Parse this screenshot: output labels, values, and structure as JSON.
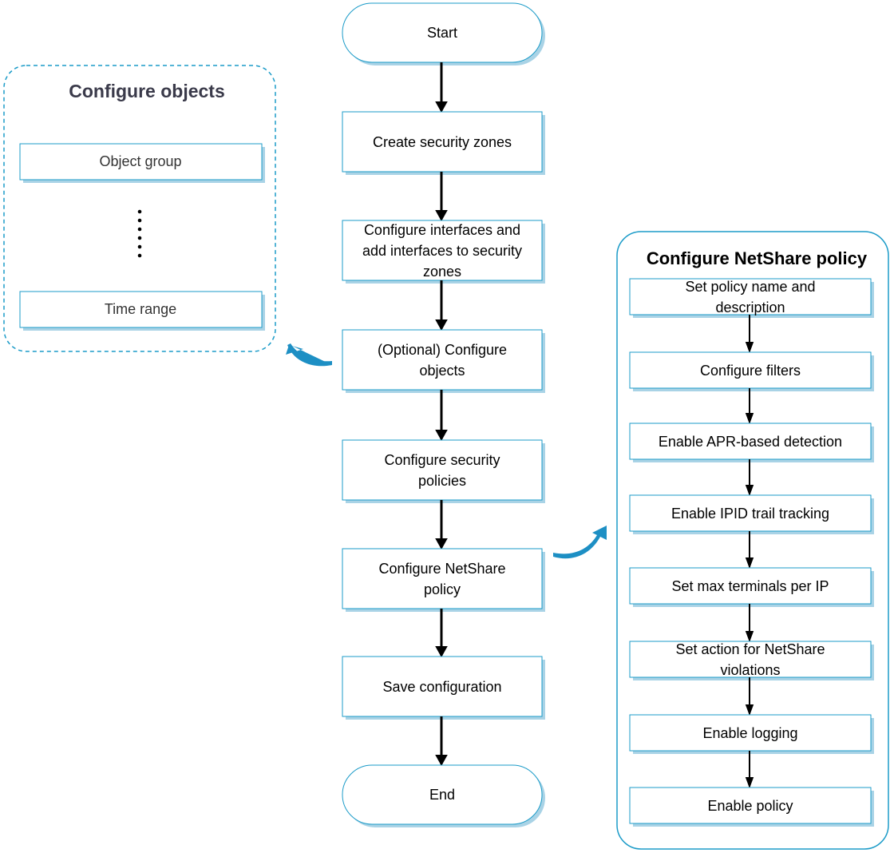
{
  "colors": {
    "box_border": "#1b9bc8",
    "box_shadow": "#a9d3e6",
    "arrow": "#000000",
    "curve_arrow": "#1d8fc4",
    "title_left": "#3a3a4a",
    "title_right": "#000000"
  },
  "main_flow": {
    "start": "Start",
    "steps": [
      [
        "Create security zones"
      ],
      [
        "Configure interfaces and",
        "add interfaces to security",
        "zones"
      ],
      [
        "(Optional) Configure",
        "objects"
      ],
      [
        "Configure security",
        "policies"
      ],
      [
        "Configure NetShare",
        "policy"
      ],
      [
        "Save configuration"
      ]
    ],
    "end": "End"
  },
  "objects_panel": {
    "title": "Configure objects",
    "items": [
      "Object group",
      "Time range"
    ],
    "ellipsis_icon": "vertical-dots-icon"
  },
  "netshare_panel": {
    "title": "Configure NetShare policy",
    "steps": [
      [
        "Set policy name and",
        "description"
      ],
      [
        "Configure filters"
      ],
      [
        "Enable APR-based detection"
      ],
      [
        "Enable IPID trail tracking"
      ],
      [
        "Set max terminals per IP"
      ],
      [
        "Set action for NetShare",
        "violations"
      ],
      [
        "Enable logging"
      ],
      [
        "Enable policy"
      ]
    ]
  }
}
